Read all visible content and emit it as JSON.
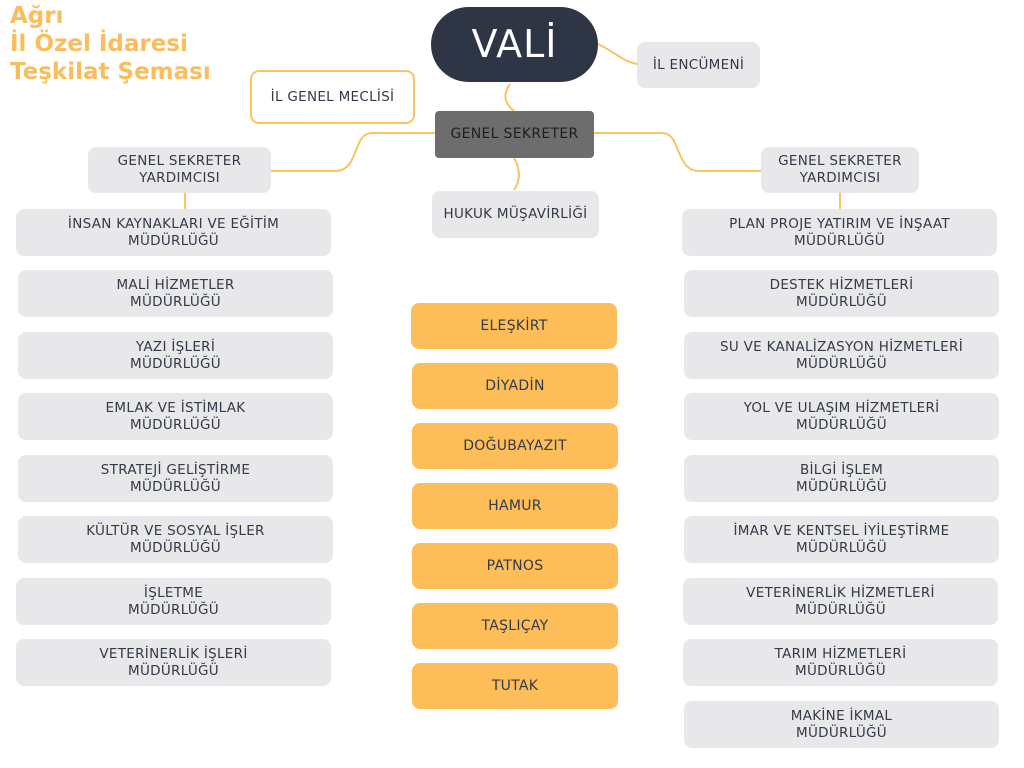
{
  "title": {
    "line1": "Ağrı",
    "line2": "İl Özel İdaresi",
    "line3": "Teşkilat Şeması"
  },
  "top": {
    "vali": "VALİ",
    "il_encumeni": "İL ENCÜMENİ",
    "il_genel_meclisi": "İL GENEL MECLİSİ",
    "genel_sekreter": "GENEL SEKRETER",
    "hukuk": "HUKUK MÜŞAVİRLİĞİ"
  },
  "left": {
    "assistant": {
      "l1": "GENEL SEKRETER",
      "l2": "YARDIMCISI"
    },
    "units": [
      {
        "l1": "İNSAN KAYNAKLARI VE EĞİTİM",
        "l2": "MÜDÜRLÜĞÜ"
      },
      {
        "l1": "MALİ HİZMETLER",
        "l2": "MÜDÜRLÜĞÜ"
      },
      {
        "l1": "YAZI İŞLERİ",
        "l2": "MÜDÜRLÜĞÜ"
      },
      {
        "l1": "EMLAK VE İSTİMLAK",
        "l2": "MÜDÜRLÜĞÜ"
      },
      {
        "l1": "STRATEJİ GELİŞTİRME",
        "l2": "MÜDÜRLÜĞÜ"
      },
      {
        "l1": "KÜLTÜR VE SOSYAL İŞLER",
        "l2": "MÜDÜRLÜĞÜ"
      },
      {
        "l1": "İŞLETME",
        "l2": "MÜDÜRLÜĞÜ"
      },
      {
        "l1": "VETERİNERLİK İŞLERİ",
        "l2": "MÜDÜRLÜĞÜ"
      }
    ]
  },
  "right": {
    "assistant": {
      "l1": "GENEL SEKRETER",
      "l2": "YARDIMCISI"
    },
    "units": [
      {
        "l1": "PLAN PROJE YATIRIM VE İNŞAAT",
        "l2": "MÜDÜRLÜĞÜ"
      },
      {
        "l1": "DESTEK HİZMETLERİ",
        "l2": "MÜDÜRLÜĞÜ"
      },
      {
        "l1": "SU VE KANALİZASYON HİZMETLERİ",
        "l2": "MÜDÜRLÜĞÜ"
      },
      {
        "l1": "YOL VE ULAŞIM HİZMETLERİ",
        "l2": "MÜDÜRLÜĞÜ"
      },
      {
        "l1": "BİLGİ İŞLEM",
        "l2": "MÜDÜRLÜĞÜ"
      },
      {
        "l1": "İMAR VE KENTSEL İYİLEŞTİRME",
        "l2": "MÜDÜRLÜĞÜ"
      },
      {
        "l1": "VETERİNERLİK HİZMETLERİ",
        "l2": "MÜDÜRLÜĞÜ"
      },
      {
        "l1": "TARIM HİZMETLERİ",
        "l2": "MÜDÜRLÜĞÜ"
      },
      {
        "l1": "MAKİNE İKMAL",
        "l2": "MÜDÜRLÜĞÜ"
      }
    ]
  },
  "districts": [
    "ELEŞKİRT",
    "DİYADİN",
    "DOĞUBAYAZIT",
    "HAMUR",
    "PATNOS",
    "TAŞLIÇAY",
    "TUTAK"
  ],
  "colors": {
    "accent": "#fdbe5a",
    "dark": "#2e3545",
    "box": "#e8e8ea",
    "line": "#fbc266"
  }
}
